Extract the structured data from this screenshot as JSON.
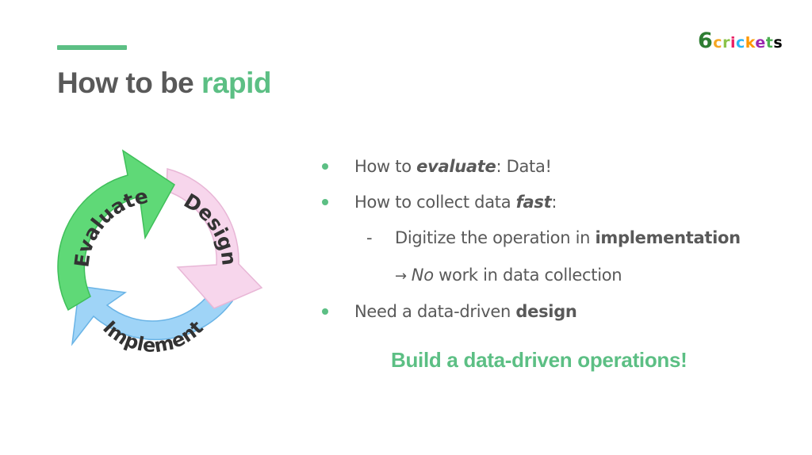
{
  "slide": {
    "title_prefix": "How to be ",
    "title_highlight": "rapid",
    "logo_six": "6",
    "logo_letters": [
      "c",
      "r",
      "i",
      "c",
      "k",
      "e",
      "t",
      "s"
    ]
  },
  "cycle": {
    "evaluate": "Evaluate",
    "design": "Design",
    "implement": "Implement",
    "colors": {
      "evaluate": "#5fd977",
      "design": "#f7d6ec",
      "implement": "#9fd4f7"
    }
  },
  "bullets": {
    "b1": {
      "pre": "How to ",
      "em": "evaluate",
      "post": ": Data!"
    },
    "b2": {
      "pre": "How to collect data ",
      "em": "fast",
      "post": ":"
    },
    "b3": {
      "dash": "-",
      "pre": "Digitize the operation in ",
      "bold": "implementation"
    },
    "b4": {
      "arrow": "→",
      "em": "No",
      "post": " work in data collection"
    },
    "b5": {
      "pre": "Need a data-driven ",
      "bold": "design"
    }
  },
  "callout": "Build a data-driven operations!",
  "colors": {
    "accent": "#5cbf84",
    "text": "#595959"
  }
}
